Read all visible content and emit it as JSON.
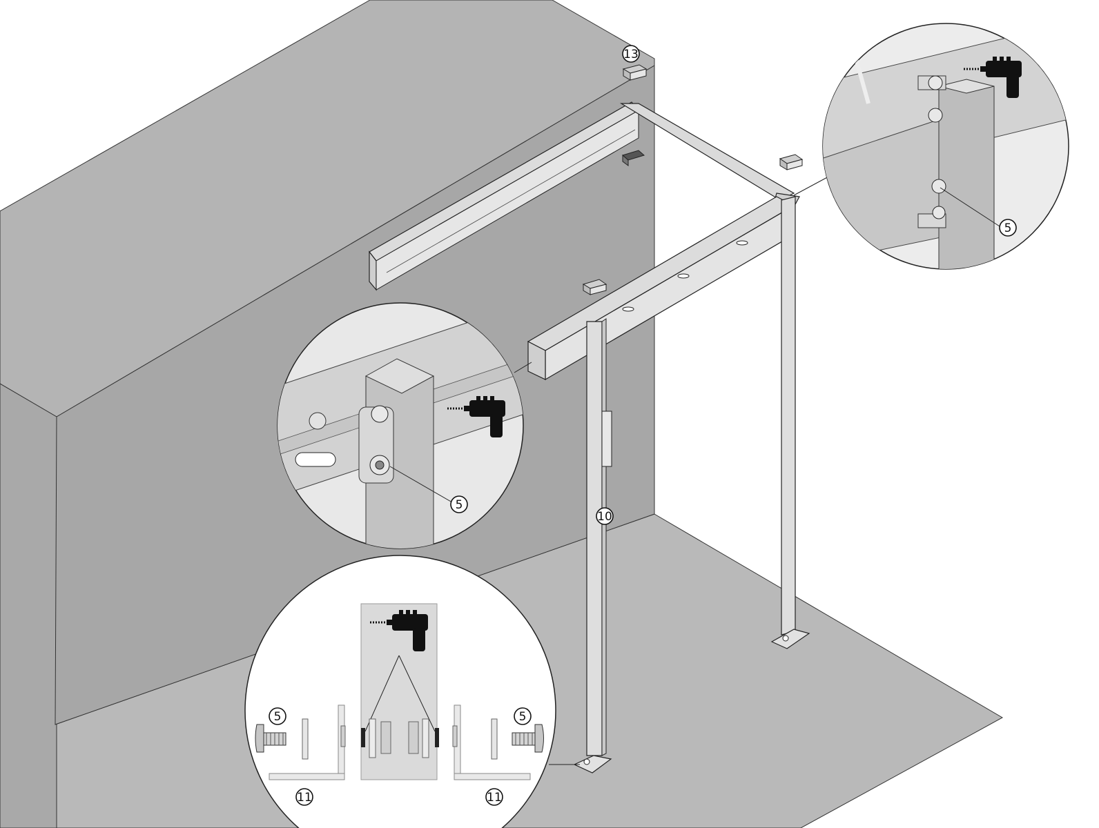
{
  "colors": {
    "wall": "#a7a7a7",
    "wall_top": "#b4b4b4",
    "floor": "#b9b9b9",
    "frame": "#d9d9d9",
    "detail_bg": "#ececec",
    "ink": "#111111",
    "panel": "#dadada"
  },
  "icons": [
    "drill-icon",
    "screw-icon",
    "washer-icon",
    "bracket-icon",
    "end-cap-icon"
  ],
  "callouts": {
    "end_cap": "13",
    "leg": "10",
    "bolt_top_detail": "5",
    "bolt_mid_detail": "5",
    "bolt_left": "5",
    "bolt_right": "5",
    "bracket_left": "11",
    "bracket_right": "11"
  }
}
